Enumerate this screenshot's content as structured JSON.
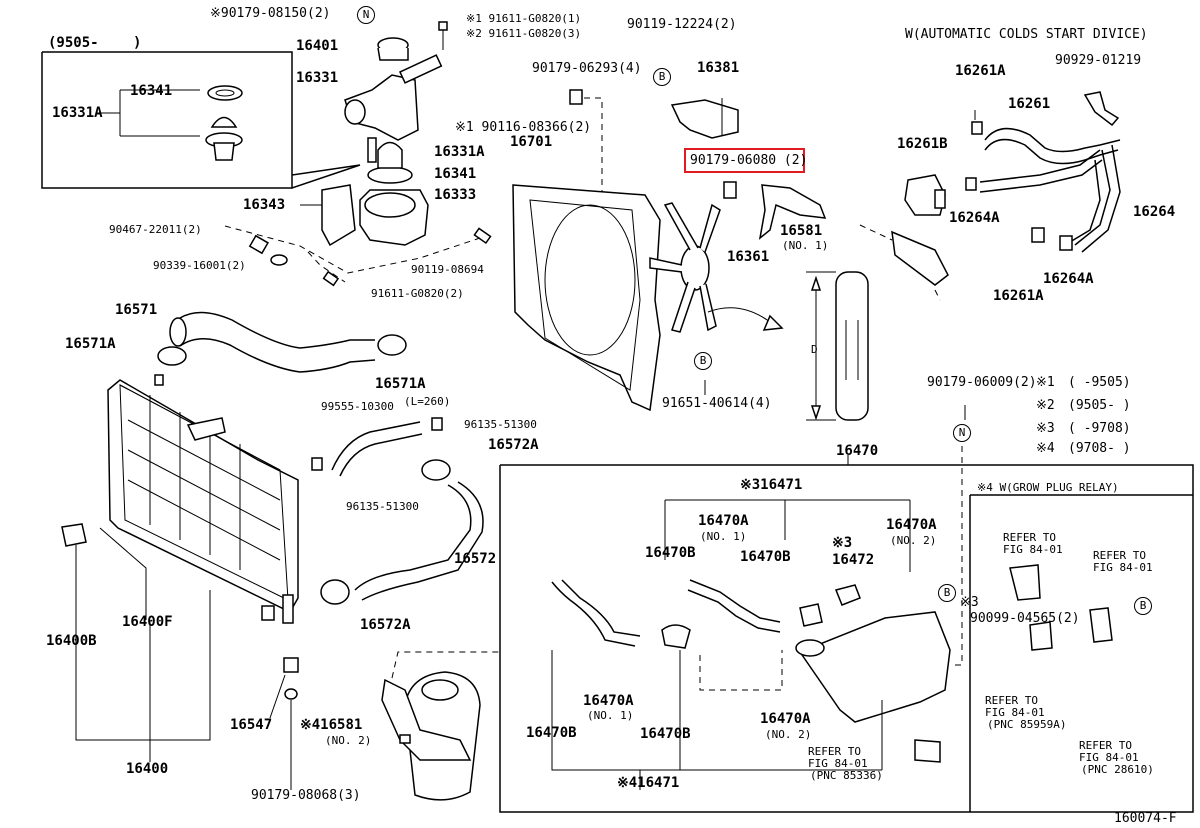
{
  "diagram": {
    "frame_ref": "160074-F",
    "highlight_part": "90179-06080 (2)",
    "circle_marks": {
      "N": "N",
      "B": "B"
    },
    "headers": {
      "inset_years": "(9505-",
      "inset_close": ")",
      "auto_cold_start": "W(AUTOMATIC COLDS START DIVICE)",
      "glow_plug_relay": "※4  W(GROW PLUG RELAY)"
    },
    "notes": [
      {
        "key": "※1",
        "val": "(      -9505)"
      },
      {
        "key": "※2",
        "val": "(9505-      )"
      },
      {
        "key": "※3",
        "val": "(      -9708)"
      },
      {
        "key": "※4",
        "val": "(9708-      )"
      }
    ],
    "labels": {
      "p90179_08150": "※90179-08150(2)",
      "p91611_G0820_1": "※1  91611-G0820(1)",
      "p91611_G0820_3": "※2  91611-G0820(3)",
      "p90119_12224": "90119-12224(2)",
      "p16401": "16401",
      "p16331": "16331",
      "p90179_06293": "90179-06293(4)",
      "p16381": "16381",
      "p16341a": "16341",
      "p16331a_inset": "16331A",
      "p90116_08366": "※1  90116-08366(2)",
      "p16701": "16701",
      "p16331a": "16331A",
      "p16341b": "16341",
      "p16333": "16333",
      "p16343": "16343",
      "p90467": "90467-22011(2)",
      "p90339": "90339-16001(2)",
      "p90119_08694": "90119-08694",
      "p91611_G0820_2": "91611-G0820(2)",
      "p16581_1": "16581",
      "p16581_1n": "(NO. 1)",
      "p16361": "16361",
      "p16571": "16571",
      "p16571a_1": "16571A",
      "p16571a_2": "16571A",
      "p91651": "91651-40614(4)",
      "p99555": "99555-10300",
      "pL260": "(L=260)",
      "p96135_1": "96135-51300",
      "p96135_2": "96135-51300",
      "p16572a_1": "16572A",
      "p16572": "16572",
      "p16572a_2": "16572A",
      "p16470": "16470",
      "p90179_06009": "90179-06009(2)",
      "p16261a_1": "16261A",
      "p90929": "90929-01219",
      "p16261": "16261",
      "p16261b": "16261B",
      "p16264a_1": "16264A",
      "p16264": "16264",
      "p16264a_2": "16264A",
      "p16261a_2": "16261A",
      "p3_16471": "※316471",
      "p16470a_1": "16470A",
      "p16470a_1n": "(NO. 1)",
      "p16470a_2": "16470A",
      "p16470a_2n": "(NO. 2)",
      "p16470b_1": "16470B",
      "p16470b_2": "16470B",
      "p3a": "※3",
      "p16472": "16472",
      "p3b": "※3",
      "p90099": "90099-04565(2)",
      "p16470a_3": "16470A",
      "p16470a_3n": "(NO. 1)",
      "p16470b_3": "16470B",
      "p16470b_4": "16470B",
      "p16470a_4": "16470A",
      "p16470a_4n": "(NO. 2)",
      "p4_16471": "※416471",
      "p16400b": "16400B",
      "p16400f": "16400F",
      "p16400": "16400",
      "p16547": "16547",
      "p4_16581": "※416581",
      "p4_16581n": "(NO. 2)",
      "p90179_08068": "90179-08068(3)",
      "ref1a": "REFER TO",
      "ref1b": "FIG 84-01",
      "ref2a": "REFER TO",
      "ref2b": "FIG 84-01",
      "ref3a": "REFER TO",
      "ref3b": "FIG 84-01",
      "ref3c": "(PNC 85959A)",
      "ref4a": "REFER TO",
      "ref4b": "FIG 84-01",
      "ref4c": "(PNC 85336)",
      "ref5a": "REFER TO",
      "ref5b": "FIG 84-01",
      "ref5c": "(PNC 28610)",
      "dimD": "D"
    }
  }
}
